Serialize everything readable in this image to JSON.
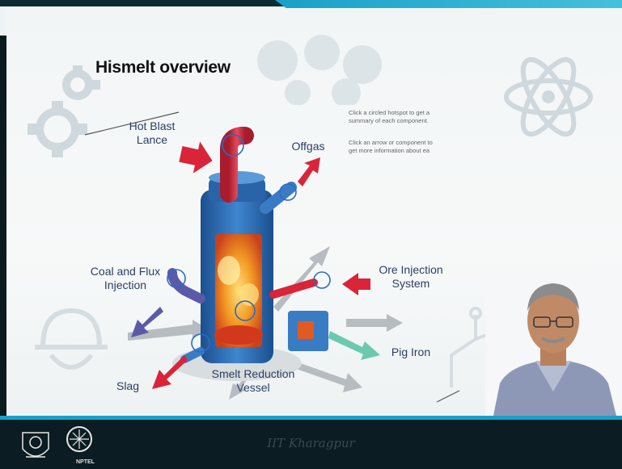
{
  "slide": {
    "title": "Hismelt overview",
    "hint_lines": [
      "Click a circled hotspot to get a",
      "summary of each component.",
      "Click an arrow or component to",
      "get more information about ea"
    ]
  },
  "diagram": {
    "labels": {
      "hot_blast_lance": [
        "Hot Blast",
        "Lance"
      ],
      "offgas": "Offgas",
      "coal_flux": [
        "Coal and Flux",
        "Injection"
      ],
      "ore_injection": [
        "Ore Injection",
        "System"
      ],
      "pig_iron": "Pig Iron",
      "slag": "Slag",
      "vessel": [
        "Smelt Reduction",
        "Vessel"
      ]
    },
    "colors": {
      "vessel_blue": "#2f6fb8",
      "arrow_red": "#d9243a",
      "arrow_purple": "#5b5aa8",
      "arrow_teal": "#6cc9b0",
      "fire": "#f2a024"
    }
  },
  "footer": {
    "institute": "IIT Kharagpur",
    "logo_label": "NPTEL"
  },
  "icons": [
    "gear-icon",
    "atom-icon",
    "hard-hat-icon",
    "flask-icon",
    "circuit-icon",
    "iit-logo-icon",
    "nptel-logo-icon"
  ]
}
